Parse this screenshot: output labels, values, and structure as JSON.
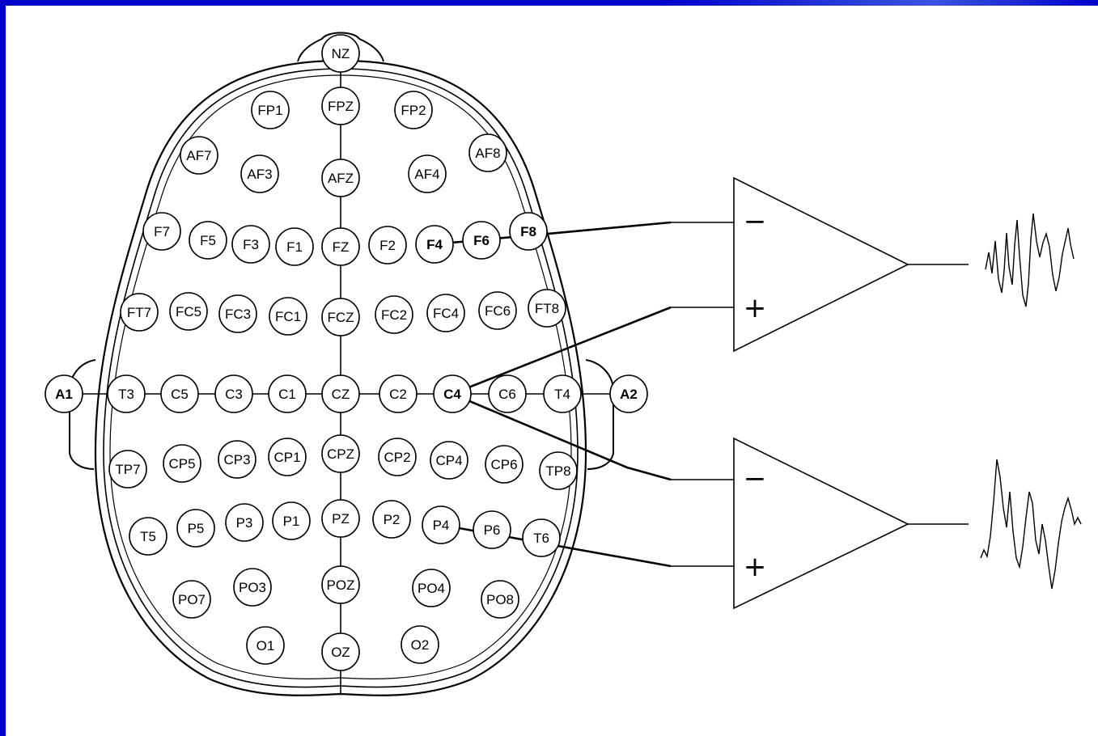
{
  "diagram": {
    "ear_left": "A1",
    "ear_right": "A2",
    "electrodes": [
      {
        "label": "NZ"
      },
      {
        "label": "FP1"
      },
      {
        "label": "FPZ"
      },
      {
        "label": "FP2"
      },
      {
        "label": "AF7"
      },
      {
        "label": "AF3"
      },
      {
        "label": "AFZ"
      },
      {
        "label": "AF4"
      },
      {
        "label": "AF8"
      },
      {
        "label": "F7"
      },
      {
        "label": "F5"
      },
      {
        "label": "F3"
      },
      {
        "label": "F1"
      },
      {
        "label": "FZ"
      },
      {
        "label": "F2"
      },
      {
        "label": "F4"
      },
      {
        "label": "F6"
      },
      {
        "label": "F8"
      },
      {
        "label": "FT7"
      },
      {
        "label": "FC5"
      },
      {
        "label": "FC3"
      },
      {
        "label": "FC1"
      },
      {
        "label": "FCZ"
      },
      {
        "label": "FC2"
      },
      {
        "label": "FC4"
      },
      {
        "label": "FC6"
      },
      {
        "label": "FT8"
      },
      {
        "label": "T3"
      },
      {
        "label": "C5"
      },
      {
        "label": "C3"
      },
      {
        "label": "C1"
      },
      {
        "label": "CZ"
      },
      {
        "label": "C2"
      },
      {
        "label": "C4"
      },
      {
        "label": "C6"
      },
      {
        "label": "T4"
      },
      {
        "label": "TP7"
      },
      {
        "label": "CP5"
      },
      {
        "label": "CP3"
      },
      {
        "label": "CP1"
      },
      {
        "label": "CPZ"
      },
      {
        "label": "CP2"
      },
      {
        "label": "CP4"
      },
      {
        "label": "CP6"
      },
      {
        "label": "TP8"
      },
      {
        "label": "T5"
      },
      {
        "label": "P5"
      },
      {
        "label": "P3"
      },
      {
        "label": "P1"
      },
      {
        "label": "PZ"
      },
      {
        "label": "P2"
      },
      {
        "label": "P4"
      },
      {
        "label": "P6"
      },
      {
        "label": "T6"
      },
      {
        "label": "PO7"
      },
      {
        "label": "PO3"
      },
      {
        "label": "POZ"
      },
      {
        "label": "PO4"
      },
      {
        "label": "PO8"
      },
      {
        "label": "O1"
      },
      {
        "label": "OZ"
      },
      {
        "label": "O2"
      }
    ],
    "amplifiers": [
      {
        "inverting_sign": "−",
        "noninverting_sign": "+",
        "inverting_input": "F4",
        "noninverting_input": "C4"
      },
      {
        "inverting_sign": "−",
        "noninverting_sign": "+",
        "inverting_input": "C4",
        "noninverting_input": "P4"
      }
    ],
    "colors": {
      "frame": "#0000cc",
      "background": "#ffffff",
      "ink": "#000000"
    }
  }
}
